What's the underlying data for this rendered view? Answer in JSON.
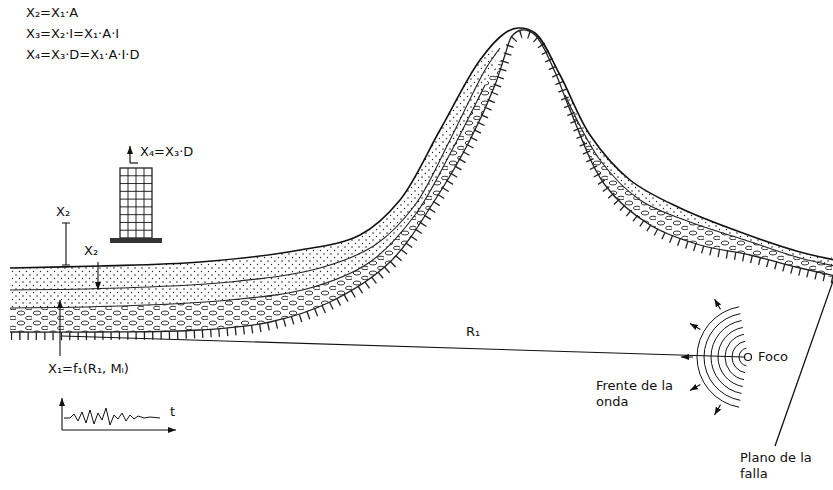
{
  "diagram": {
    "labels": [
      "X₂=X₁·A",
      "X₃=X₂·I=X₁·A·I",
      "X₄=X₃·D=X₁·A·I·D",
      "X₄=X₃·D",
      "X₂",
      "X₂",
      "X₁=f₁(R₁, Mₗ)",
      "t",
      "R₁",
      "Frente de la onda",
      "Foco",
      "Plano de la falla"
    ]
  }
}
